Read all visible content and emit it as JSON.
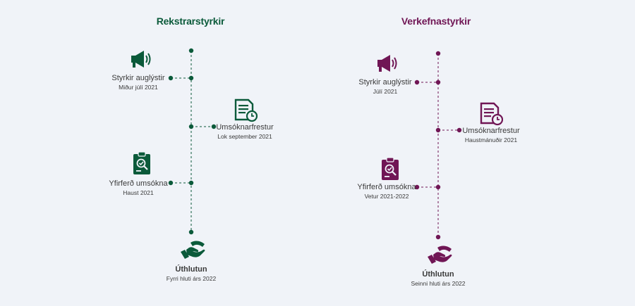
{
  "colors": {
    "left_accent": "#0b5a3a",
    "right_accent": "#701655",
    "text": "#3a3a3a",
    "background": "#f0f3f8"
  },
  "left": {
    "title": "Rekstrarstyrkir",
    "steps": [
      {
        "icon": "megaphone-icon",
        "label": "Styrkir auglýstir",
        "date": "Miður júlí 2021"
      },
      {
        "icon": "document-clock-icon",
        "label": "Umsóknarfrestur",
        "date": "Lok september 2021"
      },
      {
        "icon": "clipboard-review-icon",
        "label": "Yfirferð umsókna",
        "date": "Haust 2021"
      },
      {
        "icon": "hand-money-icon",
        "label": "Úthlutun",
        "date": "Fyrri hluti árs 2022"
      }
    ]
  },
  "right": {
    "title": "Verkefnastyrkir",
    "steps": [
      {
        "icon": "megaphone-icon",
        "label": "Styrkir auglýstir",
        "date": "Júlí 2021"
      },
      {
        "icon": "document-clock-icon",
        "label": "Umsóknarfrestur",
        "date": "Haustmánuðir 2021"
      },
      {
        "icon": "clipboard-review-icon",
        "label": "Yfirferð umsókna",
        "date": "Vetur 2021-2022"
      },
      {
        "icon": "hand-money-icon",
        "label": "Úthlutun",
        "date": "Seinni hluti árs 2022"
      }
    ]
  }
}
